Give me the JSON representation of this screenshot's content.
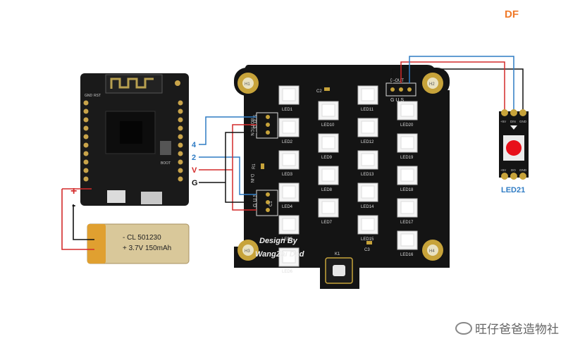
{
  "logo": {
    "text": "DF",
    "color": "#f07a2a"
  },
  "wire_labels": {
    "button_data": "4",
    "led_data": "2",
    "vcc": "V",
    "gnd": "G"
  },
  "battery": {
    "plus": "+",
    "minus": "-",
    "line1": "- CL  501230",
    "line2": "+ 3.7V 150mAh"
  },
  "pcb": {
    "credit_line1": "Design By",
    "credit_line2": "WangZai Dad",
    "holes": [
      "H1",
      "H2",
      "H3",
      "H4"
    ],
    "button_header": {
      "title": "BUTTON",
      "pins": "G U S"
    },
    "din_header": {
      "title": "D-IN",
      "pins": "G U S"
    },
    "dout_header": {
      "title": "D-OUT",
      "pins": "G U S"
    },
    "silk": {
      "c2": "C2",
      "r1": "R1",
      "c1": "C1",
      "c3": "C3",
      "k1": "K1"
    },
    "leds": [
      "LED1",
      "LED2",
      "LED3",
      "LED4",
      "LED5",
      "LED6",
      "LED10",
      "LED9",
      "LED8",
      "LED7",
      "LED11",
      "LED12",
      "LED13",
      "LED14",
      "LED15",
      "LED20",
      "LED19",
      "LED18",
      "LED17",
      "LED16"
    ]
  },
  "esp_board": {
    "labels": [
      "GND",
      "RST",
      "BOOT"
    ]
  },
  "ext_led": {
    "name": "LED21",
    "pins_top": [
      "+5V",
      "DIN",
      "GND"
    ],
    "pins_bottom": [
      "+5V",
      "DO",
      "GND"
    ]
  },
  "watermark": {
    "text": "旺仔爸爸造物社"
  },
  "colors": {
    "blue": "#2f7cc4",
    "red": "#d42a2a",
    "black": "#111111",
    "pcb": "#141414",
    "gold": "#c7a33a"
  }
}
